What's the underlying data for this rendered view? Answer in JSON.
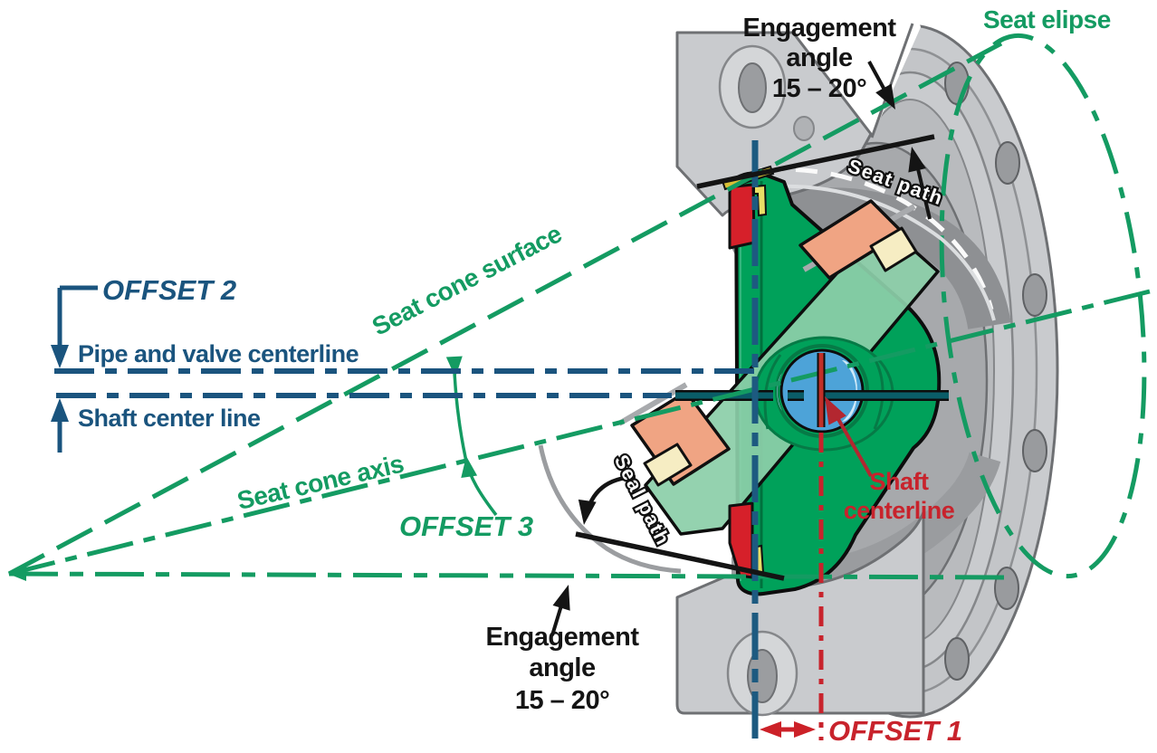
{
  "diagram": {
    "subject": "Triple-offset butterfly valve seat geometry cross-section",
    "colors": {
      "annotation_green": "#149b62",
      "annotation_blue": "#1a547e",
      "annotation_red": "#c8232c",
      "annotation_black": "#141414",
      "disc_green": "#00a15a",
      "disc_arm_green": "#8ccfa9",
      "seat_ring_red": "#d6202a",
      "laminate_salmon": "#f0a483",
      "laminate_pale_yellow": "#f6edc3",
      "seal_yellow": "#d8bf35",
      "shaft_teal": "#0a5d68",
      "shaft_bore_blue": "#4da3d8",
      "body_gray": "#c9cbce",
      "bore_gray": "#a7a9ac"
    },
    "labels": {
      "engagement_angle_top": [
        "Engagement",
        "angle",
        "15 – 20°"
      ],
      "seat_elipse": "Seat elipse",
      "seat_path": "Seat path",
      "offset_2": "OFFSET 2",
      "pipe_and_valve_centerline": "Pipe and valve centerline",
      "shaft_center_line": "Shaft center line",
      "seat_cone_surface": "Seat cone surface",
      "seat_cone_axis": "Seat cone axis",
      "offset_3": "OFFSET 3",
      "seal_path": "Seal path",
      "shaft_centerline": [
        "Shaft",
        "centerline"
      ],
      "engagement_angle_bottom": [
        "Engagement",
        "angle",
        "15 – 20°"
      ],
      "offset_1": "OFFSET 1"
    }
  }
}
